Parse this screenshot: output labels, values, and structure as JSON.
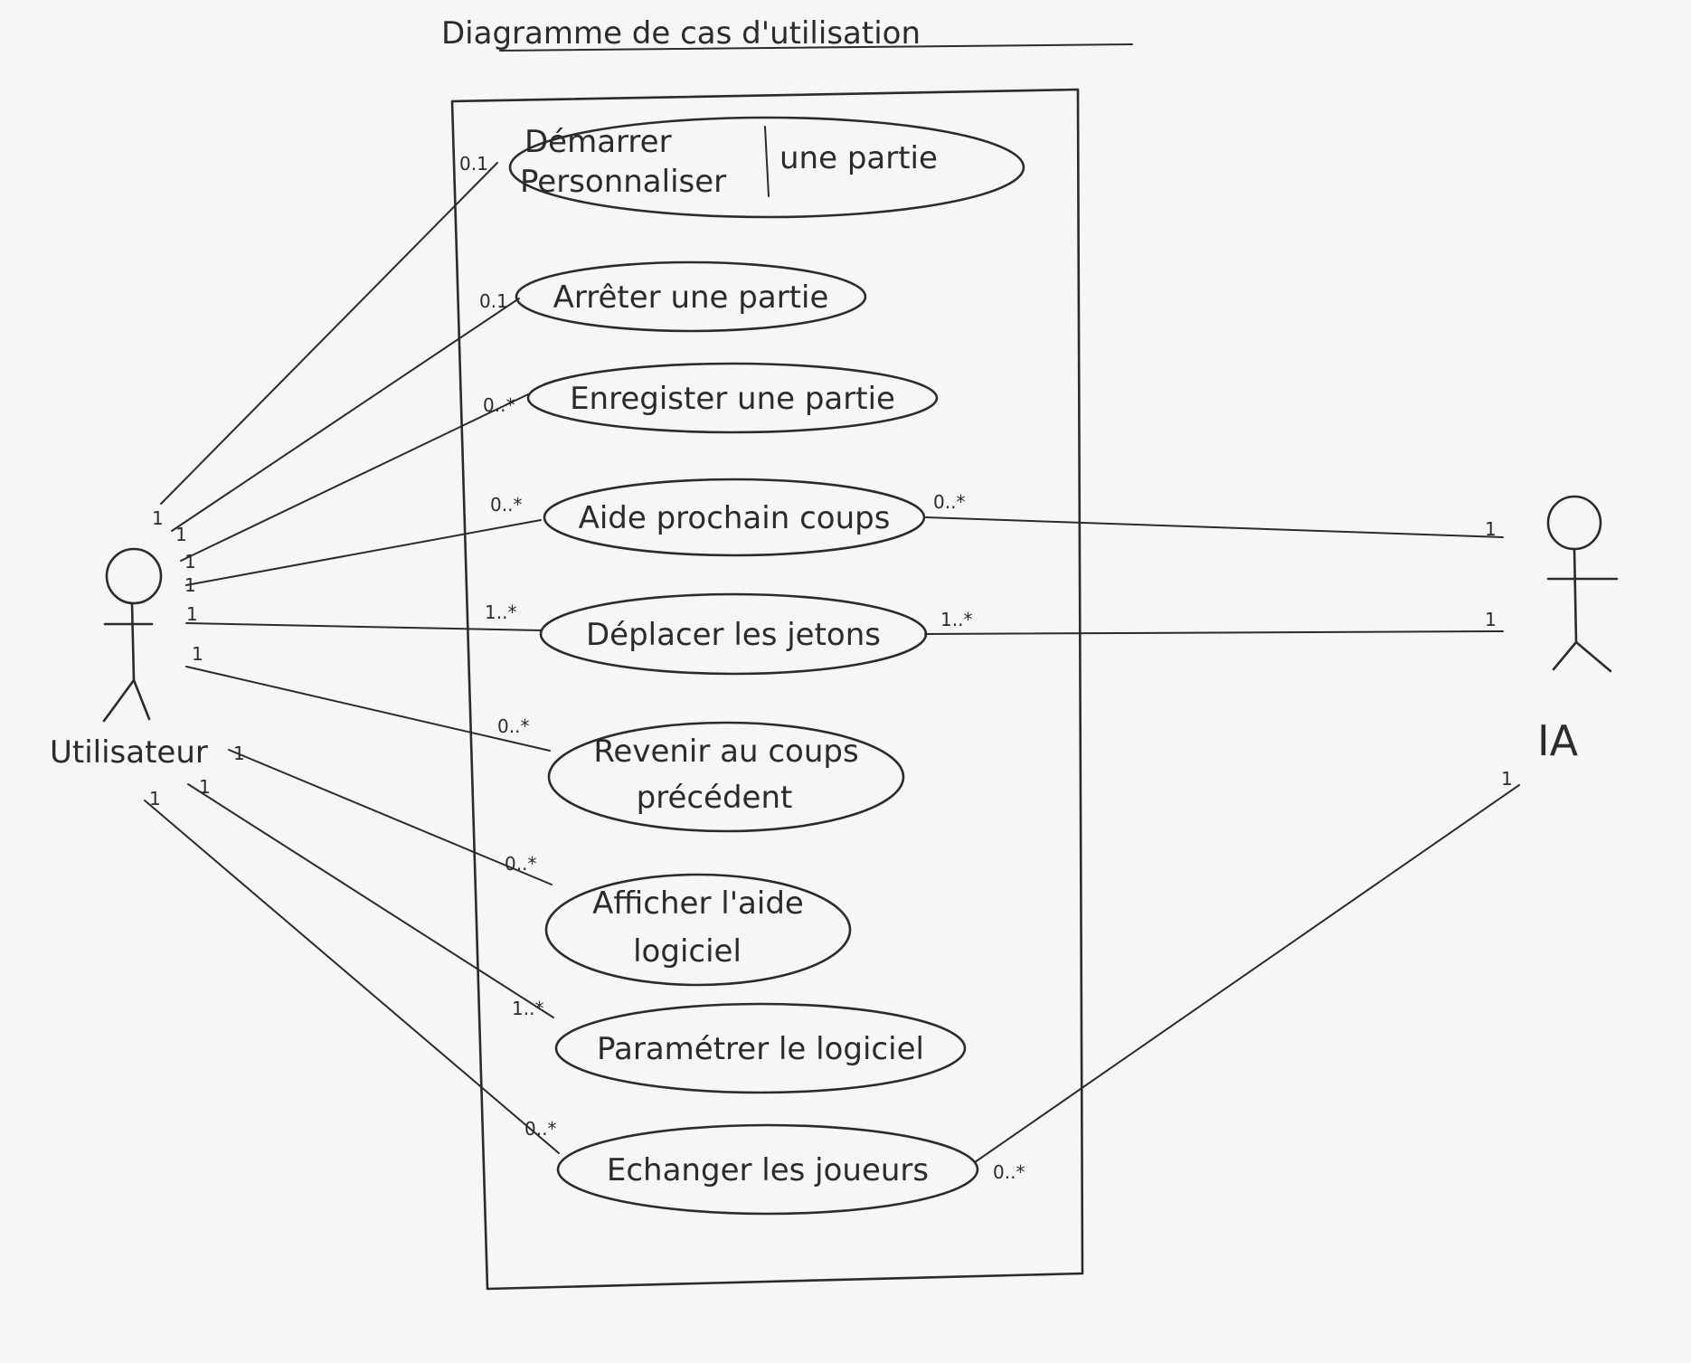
{
  "title": "Diagramme de cas d'utilisation",
  "actors": {
    "user": {
      "label": "Utilisateur"
    },
    "ia": {
      "label": "IA"
    }
  },
  "use_cases": {
    "uc1": {
      "left_lines": [
        "Démarrer",
        "Personnaliser"
      ],
      "right_text": "une partie"
    },
    "uc2": {
      "lines": [
        "Arrêter une partie"
      ]
    },
    "uc3": {
      "lines": [
        "Enregister une partie"
      ]
    },
    "uc4": {
      "lines": [
        "Aide prochain coups"
      ]
    },
    "uc5": {
      "lines": [
        "Déplacer les jetons"
      ]
    },
    "uc6": {
      "lines": [
        "Revenir au coups",
        "précédent"
      ]
    },
    "uc7": {
      "lines": [
        "Afficher l'aide",
        "logiciel"
      ]
    },
    "uc8": {
      "lines": [
        "Paramétrer le logiciel"
      ]
    },
    "uc9": {
      "lines": [
        "Echanger les joueurs"
      ]
    }
  },
  "associations": [
    {
      "actor": "user",
      "use_case": "uc1",
      "actor_mult": "1",
      "uc_mult": "0.1"
    },
    {
      "actor": "user",
      "use_case": "uc2",
      "actor_mult": "1",
      "uc_mult": "0.1"
    },
    {
      "actor": "user",
      "use_case": "uc3",
      "actor_mult": "1",
      "uc_mult": "0..*"
    },
    {
      "actor": "user",
      "use_case": "uc4",
      "actor_mult": "1",
      "uc_mult": "0..*"
    },
    {
      "actor": "user",
      "use_case": "uc5",
      "actor_mult": "1",
      "uc_mult": "1..*"
    },
    {
      "actor": "user",
      "use_case": "uc6",
      "actor_mult": "1",
      "uc_mult": "0..*"
    },
    {
      "actor": "user",
      "use_case": "uc7",
      "actor_mult": "1",
      "uc_mult": "0..*"
    },
    {
      "actor": "user",
      "use_case": "uc8",
      "actor_mult": "1",
      "uc_mult": "1..*"
    },
    {
      "actor": "user",
      "use_case": "uc9",
      "actor_mult": "1",
      "uc_mult": "0..*"
    },
    {
      "actor": "ia",
      "use_case": "uc4",
      "actor_mult": "1",
      "uc_mult": "0..*"
    },
    {
      "actor": "ia",
      "use_case": "uc5",
      "actor_mult": "1",
      "uc_mult": "1..*"
    },
    {
      "actor": "ia",
      "use_case": "uc9",
      "actor_mult": "1",
      "uc_mult": "0..*"
    }
  ]
}
